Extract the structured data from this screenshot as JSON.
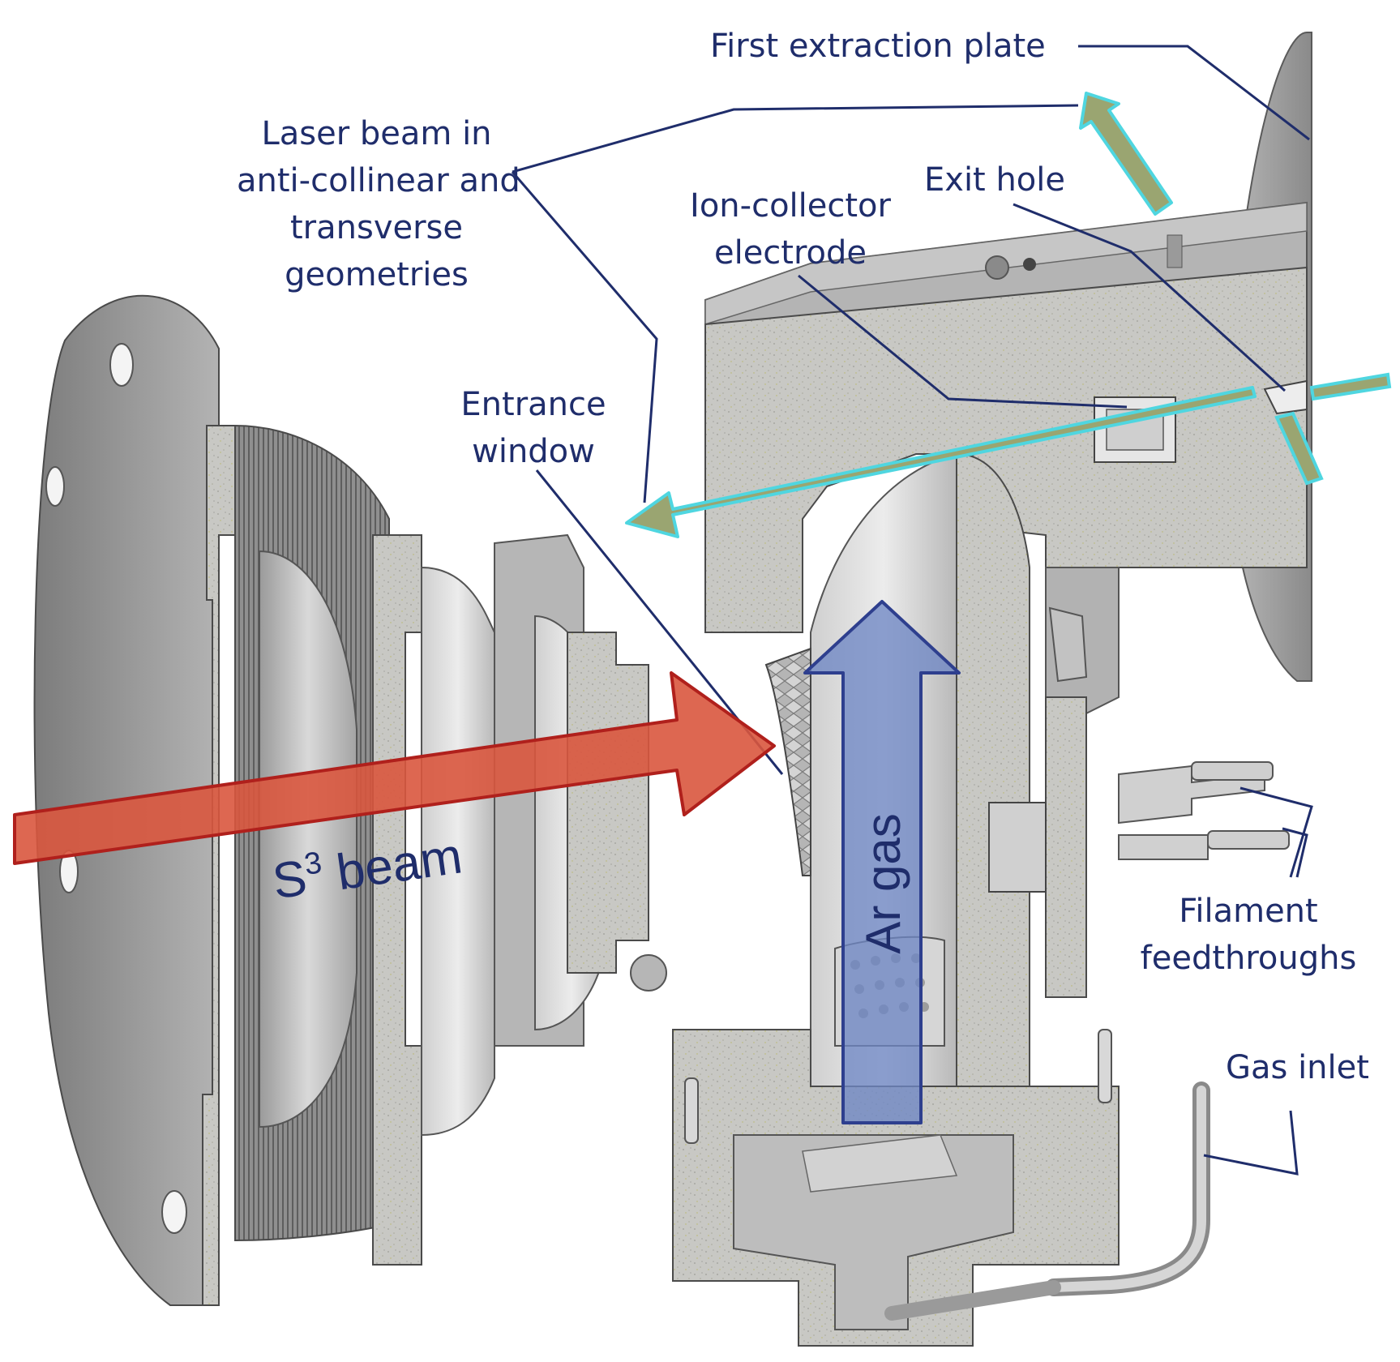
{
  "labels": {
    "first_extraction_plate": "First extraction plate",
    "laser_beam": [
      "Laser beam in",
      "anti-collinear and",
      "transverse",
      "geometries"
    ],
    "exit_hole": "Exit hole",
    "ion_collector": [
      "Ion-collector",
      "electrode"
    ],
    "entrance_window": [
      "Entrance",
      "window"
    ],
    "filament_feedthroughs": [
      "Filament",
      "feedthroughs"
    ],
    "gas_inlet": "Gas inlet"
  },
  "beams": {
    "s3_beam_prefix": "S",
    "s3_beam_sup": "3",
    "s3_beam_suffix": " beam",
    "ar_gas": "Ar gas"
  },
  "colors": {
    "label_text": "#1f2d6b",
    "leader_line": "#1f2d6b",
    "metal": "#a9a9a9",
    "metal_dark": "#8a8a8a",
    "metal_light": "#cfcfcf",
    "section_fill": "#c4c4c0",
    "s3_beam_fill": "#d9563e",
    "s3_beam_stroke": "#b0201c",
    "ar_gas_fill": "#6e86c4",
    "ar_gas_stroke": "#2e3f8e",
    "laser_fill": "#9aa571",
    "laser_stroke": "#4fd6e0"
  }
}
